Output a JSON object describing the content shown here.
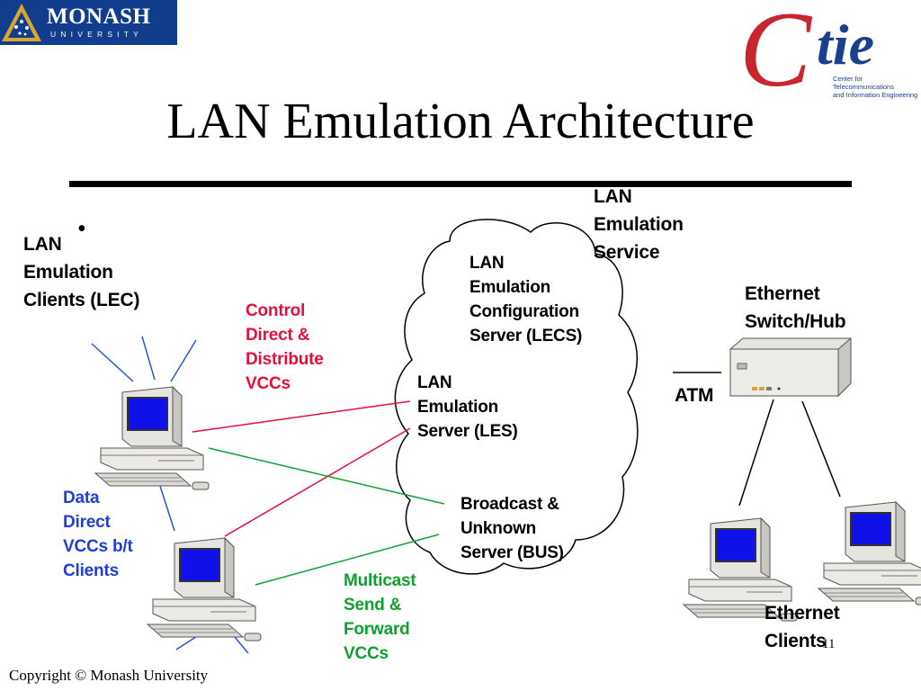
{
  "logos": {
    "monash": {
      "name": "MONASH",
      "sub": "UNIVERSITY"
    },
    "ctie": {
      "mark_c": "C",
      "mark_tie": "tie",
      "sub": "Center for Telecommunications\nand Information Engineering"
    }
  },
  "slide": {
    "title": "LAN Emulation Architecture",
    "bullet": "•",
    "page_number": "11",
    "copyright": "Copyright © Monash University"
  },
  "labels": {
    "lec": "LAN\nEmulation\nClients (LEC)",
    "service": "LAN\nEmulation\nService",
    "lecs": "LAN\nEmulation\nConfiguration\nServer (LECS)",
    "les": "LAN\nEmulation\nServer (LES)",
    "bus": "Broadcast &\nUnknown\nServer (BUS)",
    "control": "Control\nDirect &\nDistribute\nVCCs",
    "data_direct": "Data\nDirect\nVCCs b/t\nClients",
    "multicast": "Multicast\nSend &\nForward\nVCCs",
    "switch": "Ethernet\nSwitch/Hub",
    "atm": "ATM",
    "ethernet_clients": "Ethernet\nClients"
  },
  "colors": {
    "control_vcc": "#e3103a",
    "data_vcc": "#1f3fd6",
    "multicast_vcc": "#0fa12f",
    "monash_blue": "#123c8c",
    "ctie_red": "#c8262e",
    "ctie_blue": "#1b3f8f"
  },
  "icons": [
    "lec-computer-icon",
    "ethernet-client-icon",
    "ethernet-switch-icon",
    "atm-cloud-icon"
  ]
}
